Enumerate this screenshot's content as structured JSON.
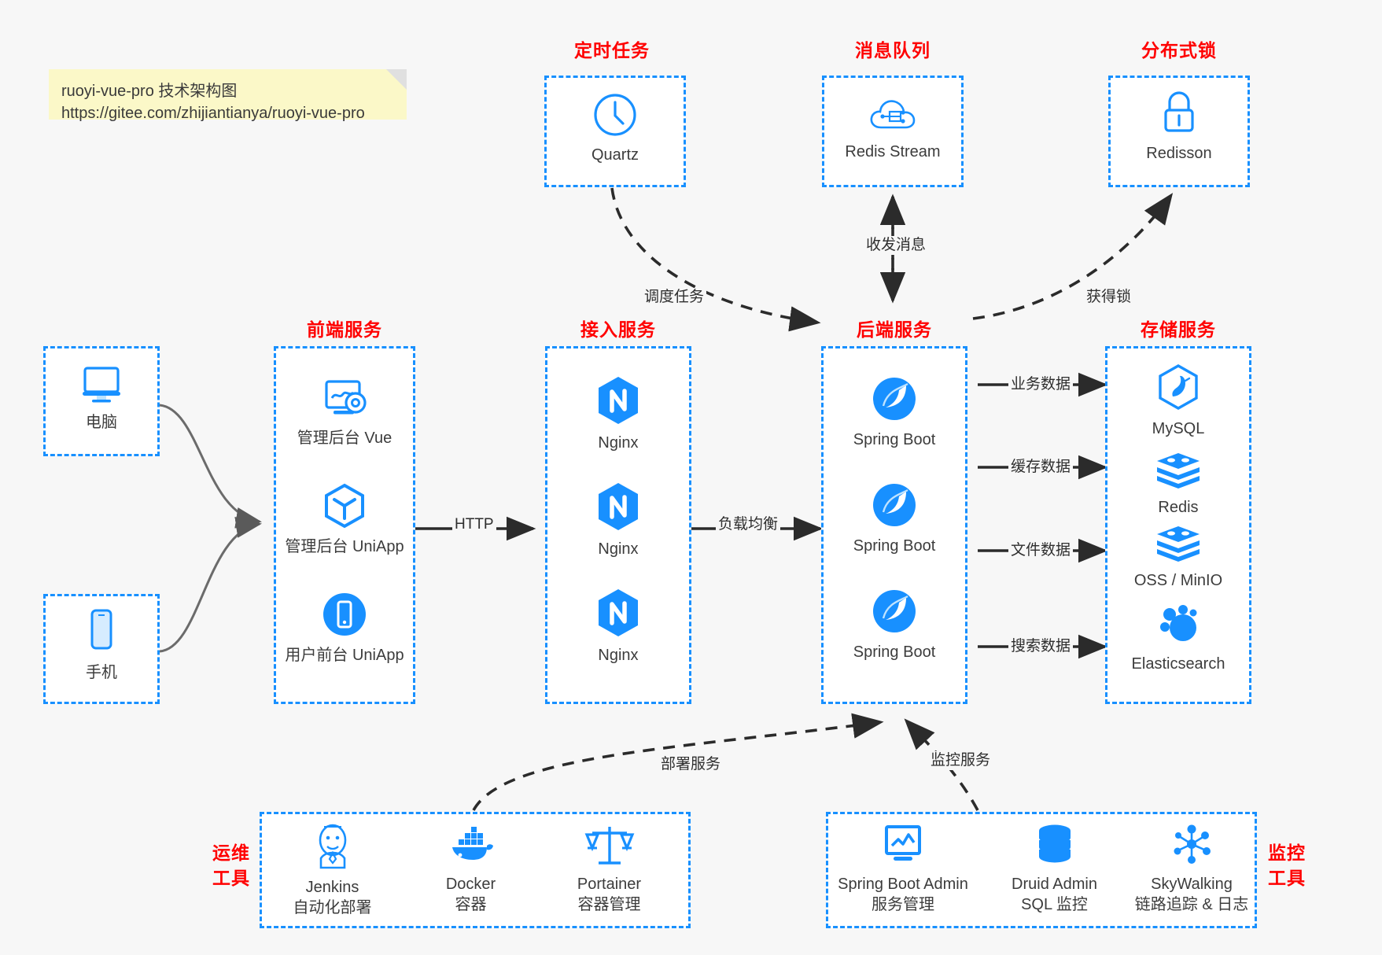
{
  "note": {
    "line1": "ruoyi-vue-pro 技术架构图",
    "line2": "https://gitee.com/zhijiantianya/ruoyi-vue-pro"
  },
  "groups": {
    "scheduler": {
      "title": "定时任务"
    },
    "mq": {
      "title": "消息队列"
    },
    "lock": {
      "title": "分布式锁"
    },
    "frontend": {
      "title": "前端服务"
    },
    "gateway": {
      "title": "接入服务"
    },
    "backend": {
      "title": "后端服务"
    },
    "storage": {
      "title": "存储服务"
    },
    "devops": {
      "title_line1": "运维",
      "title_line2": "工具"
    },
    "monitor": {
      "title_line1": "监控",
      "title_line2": "工具"
    }
  },
  "nodes": {
    "quartz": {
      "label": "Quartz",
      "icon": "clock-icon"
    },
    "redis_stream": {
      "label": "Redis Stream",
      "icon": "cloud-network-icon"
    },
    "redisson": {
      "label": "Redisson",
      "icon": "lock-icon"
    },
    "computer": {
      "label": "电脑",
      "icon": "desktop-monitor-icon"
    },
    "phone": {
      "label": "手机",
      "icon": "smartphone-icon"
    },
    "admin_vue": {
      "label": "管理后台 Vue",
      "icon": "dashboard-screen-icon"
    },
    "admin_uniapp": {
      "label": "管理后台 UniApp",
      "icon": "hexagon-cube-icon"
    },
    "user_uniapp": {
      "label": "用户前台 UniApp",
      "icon": "mobile-circle-icon"
    },
    "nginx1": {
      "label": "Nginx",
      "icon": "nginx-icon"
    },
    "nginx2": {
      "label": "Nginx",
      "icon": "nginx-icon"
    },
    "nginx3": {
      "label": "Nginx",
      "icon": "nginx-icon"
    },
    "springboot1": {
      "label": "Spring Boot",
      "icon": "spring-leaf-icon"
    },
    "springboot2": {
      "label": "Spring Boot",
      "icon": "spring-leaf-icon"
    },
    "springboot3": {
      "label": "Spring Boot",
      "icon": "spring-leaf-icon"
    },
    "mysql": {
      "label": "MySQL",
      "icon": "mysql-dolphin-icon"
    },
    "redis": {
      "label": "Redis",
      "icon": "redis-stack-icon"
    },
    "oss": {
      "label": "OSS / MinIO",
      "icon": "redis-stack-icon"
    },
    "elasticsearch": {
      "label": "Elasticsearch",
      "icon": "elasticsearch-icon"
    },
    "jenkins": {
      "label": "Jenkins",
      "sub": "自动化部署",
      "icon": "jenkins-butler-icon"
    },
    "docker": {
      "label": "Docker",
      "sub": "容器",
      "icon": "docker-whale-icon"
    },
    "portainer": {
      "label": "Portainer",
      "sub": "容器管理",
      "icon": "scales-icon"
    },
    "sba": {
      "label": "Spring Boot Admin",
      "sub": "服务管理",
      "icon": "monitor-chart-icon"
    },
    "druid": {
      "label": "Druid Admin",
      "sub": "SQL 监控",
      "icon": "database-icon"
    },
    "skywalking": {
      "label": "SkyWalking",
      "sub": "链路追踪 & 日志",
      "icon": "node-graph-icon"
    }
  },
  "edges": {
    "schedule_task": "调度任务",
    "send_recv_msg": "收发消息",
    "acquire_lock": "获得锁",
    "http": "HTTP",
    "load_balance": "负载均衡",
    "business_data": "业务数据",
    "cache_data": "缓存数据",
    "file_data": "文件数据",
    "search_data": "搜索数据",
    "deploy_service": "部署服务",
    "monitor_service": "监控服务"
  },
  "colors": {
    "accent_blue": "#1890ff",
    "title_red": "#ff0000",
    "note_yellow": "#fbf8c8",
    "arrow_dark": "#2b2b2b",
    "background": "#f7f7f7"
  }
}
